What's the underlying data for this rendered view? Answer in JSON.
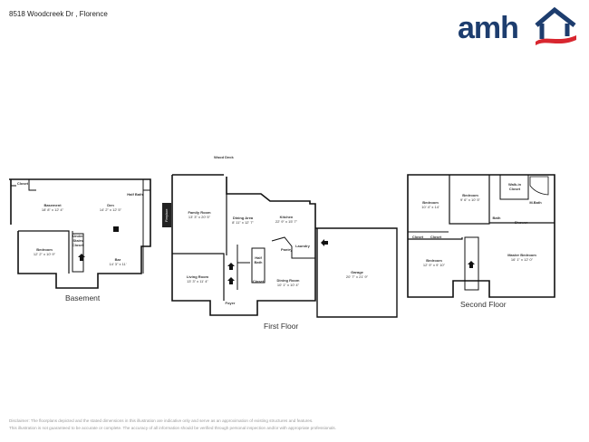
{
  "header": {
    "address": "8518 Woodcreek Dr , Florence",
    "logo": {
      "text": "amh",
      "icon": "house-roof-icon",
      "colors": {
        "navy": "#1d3d6e",
        "red": "#d8262f"
      }
    }
  },
  "floors": {
    "basement": {
      "label": "Basement",
      "rooms": [
        {
          "name": "Basement",
          "dims": "18' 8\" x 12' 4\""
        },
        {
          "name": "Den",
          "dims": "14' 2\" x 12' 5\""
        },
        {
          "name": "Bedroom",
          "dims": "12' 2\" x 10' 9\""
        },
        {
          "name": "Bar",
          "dims": "14' 3\" x 11'"
        },
        {
          "name": "Half Bath",
          "dims": ""
        },
        {
          "name": "Closet",
          "dims": ""
        },
        {
          "name": "Under Stairs Closet",
          "dims": ""
        }
      ]
    },
    "first": {
      "label": "First Floor",
      "deck": "Wood Deck",
      "fireplace": "Fireplace",
      "rooms": [
        {
          "name": "Family Room",
          "dims": "13' 3\" x 20' 5\""
        },
        {
          "name": "Dining Area",
          "dims": "8' 11\" x 12' 7\""
        },
        {
          "name": "Kitchen",
          "dims": "22' 9\" x 15' 7\""
        },
        {
          "name": "Laundry",
          "dims": ""
        },
        {
          "name": "Living Room",
          "dims": "13' 3\" x 11' 4\""
        },
        {
          "name": "Half Bath",
          "dims": ""
        },
        {
          "name": "Closet",
          "dims": ""
        },
        {
          "name": "Dining Room",
          "dims": "10' 1\" x 10' 4\""
        },
        {
          "name": "Foyer",
          "dims": ""
        },
        {
          "name": "Garage",
          "dims": "20' 7\" x 21' 9\""
        },
        {
          "name": "Pantry",
          "dims": ""
        }
      ]
    },
    "second": {
      "label": "Second Floor",
      "rooms": [
        {
          "name": "Bedroom",
          "dims": "10' 4\" x 14'"
        },
        {
          "name": "Bedroom",
          "dims": "9' 6\" x 10' 5\""
        },
        {
          "name": "Walk-in Closet",
          "dims": ""
        },
        {
          "name": "M.Bath",
          "dims": ""
        },
        {
          "name": "Bath",
          "dims": ""
        },
        {
          "name": "Shower",
          "dims": ""
        },
        {
          "name": "Closet",
          "dims": ""
        },
        {
          "name": "Bedroom",
          "dims": "12' 9\" x 9' 10\""
        },
        {
          "name": "Master Bedroom",
          "dims": "16' 1\" x 12' 0\""
        }
      ]
    }
  },
  "footer": {
    "disclaimer_line1": "Disclaimer: The floorplans depicted and the stated dimensions in this illustration are indicative only and serve as an approximation of existing structures and features.",
    "disclaimer_line2": "This illustration is not guaranteed to be accurate or complete. The accuracy of all information should be verified through personal inspection and/or with appropriate professionals."
  }
}
